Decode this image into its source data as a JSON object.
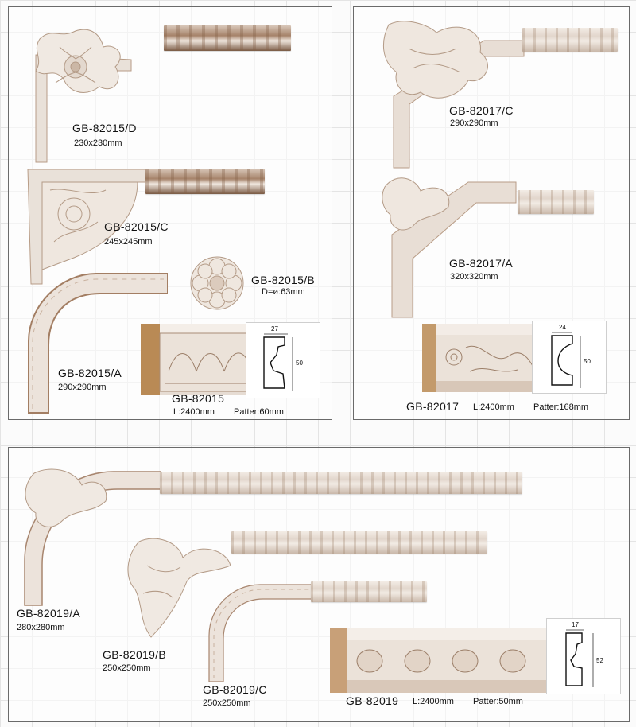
{
  "panels": {
    "gb82015": {
      "items": [
        {
          "code": "GB-82015/D",
          "size": "230x230mm"
        },
        {
          "code": "GB-82015/C",
          "size": "245x245mm"
        },
        {
          "code": "GB-82015/B",
          "size": "D=ø:63mm"
        },
        {
          "code": "GB-82015/A",
          "size": "290x290mm"
        }
      ],
      "moulding": {
        "code": "GB-82015",
        "length": "L:2400mm",
        "pattern": "Patter:60mm"
      },
      "profile": {
        "width": "27",
        "height": "50"
      }
    },
    "gb82017": {
      "items": [
        {
          "code": "GB-82017/C",
          "size": "290x290mm"
        },
        {
          "code": "GB-82017/A",
          "size": "320x320mm"
        }
      ],
      "moulding": {
        "code": "GB-82017",
        "length": "L:2400mm",
        "pattern": "Patter:168mm"
      },
      "profile": {
        "width": "24",
        "height": "50"
      }
    },
    "gb82019": {
      "items": [
        {
          "code": "GB-82019/A",
          "size": "280x280mm"
        },
        {
          "code": "GB-82019/B",
          "size": "250x250mm"
        },
        {
          "code": "GB-82019/C",
          "size": "250x250mm"
        }
      ],
      "moulding": {
        "code": "GB-82019",
        "length": "L:2400mm",
        "pattern": "Patter:50mm"
      },
      "profile": {
        "width": "17",
        "height": "52"
      }
    }
  },
  "colors": {
    "panel_border": "#6a6a6a",
    "ornament": "#ece4dc",
    "shadow": "#b89c86",
    "grid": "#e4e4e4"
  }
}
